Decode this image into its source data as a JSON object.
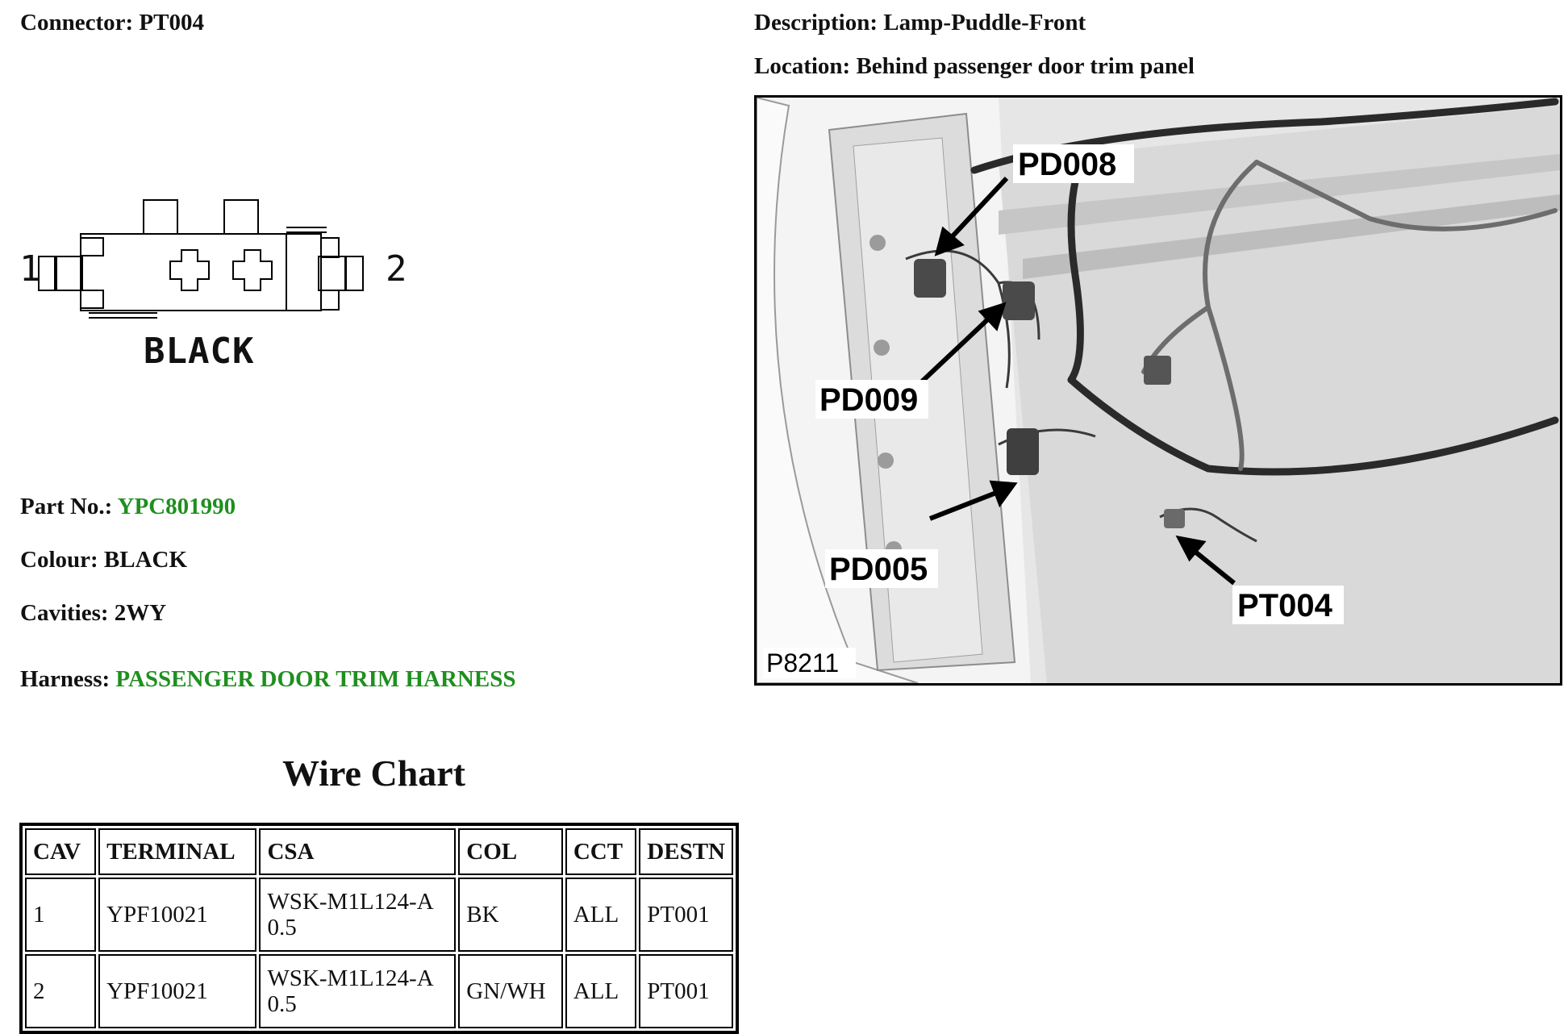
{
  "connector": {
    "label": "Connector:",
    "value": "PT004"
  },
  "description": {
    "label": "Description:",
    "value": "Lamp-Puddle-Front"
  },
  "location": {
    "label": "Location:",
    "value": "Behind passenger door trim panel"
  },
  "connector_diagram": {
    "pin_left": "1",
    "pin_right": "2",
    "colour_caption": "BLACK"
  },
  "part": {
    "label": "Part No.:",
    "value": "YPC801990",
    "link_color": "#1f8f1f"
  },
  "colour": {
    "label": "Colour:",
    "value": "BLACK"
  },
  "cavities": {
    "label": "Cavities:",
    "value": "2WY"
  },
  "harness": {
    "label": "Harness:",
    "value": "PASSENGER DOOR TRIM HARNESS"
  },
  "wire_chart": {
    "title": "Wire Chart",
    "headers": [
      "CAV",
      "TERMINAL",
      "CSA",
      "COL",
      "CCT",
      "DESTN"
    ],
    "rows": [
      {
        "cav": "1",
        "terminal": "YPF10021",
        "csa_line1": "WSK-M1L124-A",
        "csa_line2": "0.5",
        "col": "BK",
        "cct": "ALL",
        "destn": "PT001"
      },
      {
        "cav": "2",
        "terminal": "YPF10021",
        "csa_line1": "WSK-M1L124-A",
        "csa_line2": "0.5",
        "col": "GN/WH",
        "cct": "ALL",
        "destn": "PT001"
      }
    ]
  },
  "photo": {
    "callouts": {
      "pd008": "PD008",
      "pd009": "PD009",
      "pd005": "PD005",
      "pt004": "PT004"
    },
    "figure_ref": "P8211"
  }
}
